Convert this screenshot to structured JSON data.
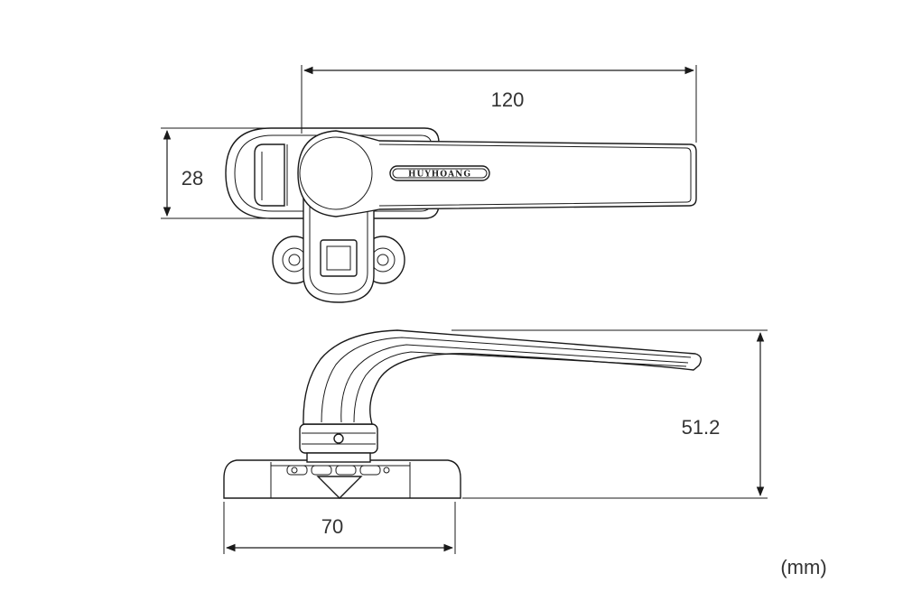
{
  "dimensions": {
    "length": "120",
    "width": "28",
    "height": "51.2",
    "base": "70"
  },
  "unit_label": "(mm)",
  "brand": "HUYHOANG",
  "colors": {
    "line": "#1a1a1a",
    "text": "#333333",
    "background": "#ffffff"
  }
}
